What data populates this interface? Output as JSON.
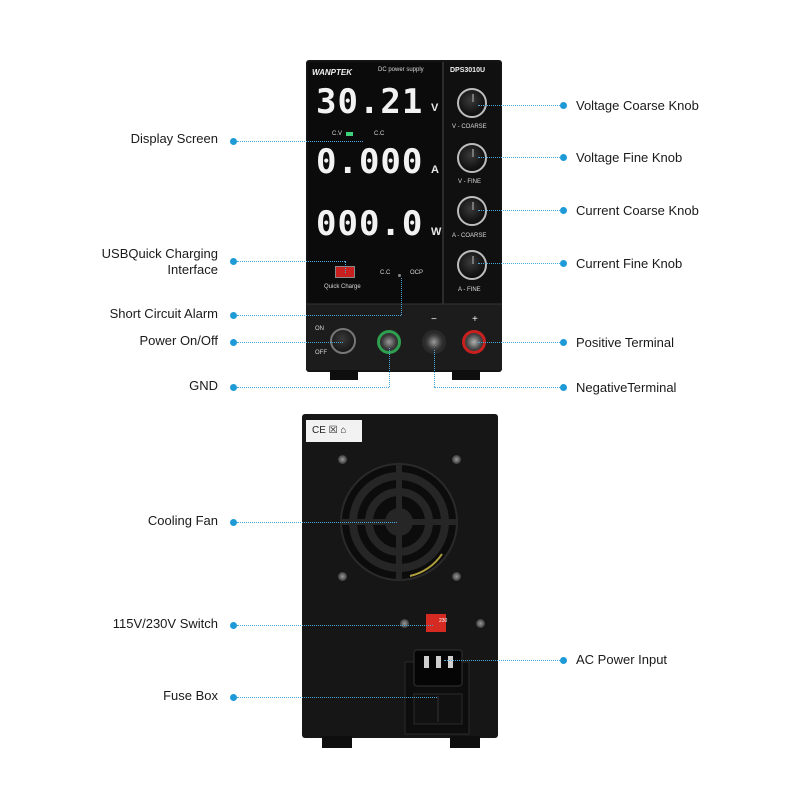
{
  "front": {
    "brand": "WANPTEK",
    "subtitle": "DC  power supply",
    "model": "DPS3010U",
    "voltage_reading": "30.21",
    "voltage_unit": "V",
    "current_reading": "0.000",
    "current_unit": "A",
    "power_reading": "000.0",
    "power_unit": "W",
    "cv_label": "C.V",
    "cc_label": "C.C",
    "cc_label_lower": "C.C",
    "ocp_label": "OCP",
    "quick_charge_label": "Quick Charge",
    "knob_labels": [
      "V - COARSE",
      "V - FINE",
      "A - COARSE",
      "A - FINE"
    ],
    "on_label": "ON",
    "off_label": "OFF",
    "minus_label": "−",
    "plus_label": "+"
  },
  "callouts": {
    "display_screen": "Display Screen",
    "usb_quick_charging_line1": "USBQuick Charging",
    "usb_quick_charging_line2": "Interface",
    "short_circuit_alarm": "Short Circuit Alarm",
    "power_on_off": "Power On/Off",
    "gnd": "GND",
    "voltage_coarse_knob": "Voltage Coarse Knob",
    "voltage_fine_knob": "Voltage Fine Knob",
    "current_coarse_knob": "Current Coarse Knob",
    "current_fine_knob": "Current Fine Knob",
    "positive_terminal": "Positive Terminal",
    "negative_terminal": "NegativeTerminal",
    "cooling_fan": "Cooling Fan",
    "switch_115_230": "115V/230V Switch",
    "fuse_box": "Fuse Box",
    "ac_power_input": "AC Power Input"
  },
  "back": {
    "cert_marks": "CE ☒ ⌂",
    "switch_label": "230"
  },
  "colors": {
    "accent_dot": "#1e9ad6",
    "device_body": "#141414",
    "display_text": "#f2f2f2",
    "cv_led": "#3fd07a",
    "positive_terminal": "#c8201e",
    "gnd_terminal": "#2e9e4f",
    "switch_red": "#d42a22"
  }
}
